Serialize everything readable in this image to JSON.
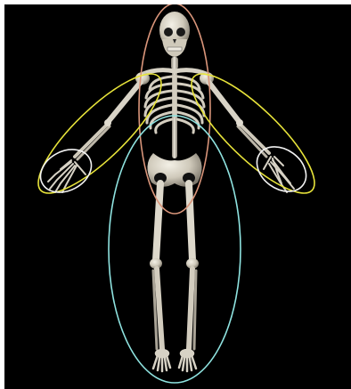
{
  "image": {
    "subject": "skeleton",
    "background_color": "#000000",
    "bone_color": "#d8d3c6"
  },
  "overlay": {
    "regions": [
      {
        "name": "axial-trunk",
        "color": "#d9957a"
      },
      {
        "name": "left-upper-limb",
        "color": "#e7e33a"
      },
      {
        "name": "right-upper-limb",
        "color": "#e7e33a"
      },
      {
        "name": "left-hand",
        "color": "#f2f2f2"
      },
      {
        "name": "right-hand",
        "color": "#f2f2f2"
      },
      {
        "name": "pelvis-lower-limbs",
        "color": "#8fe3e0"
      }
    ]
  }
}
